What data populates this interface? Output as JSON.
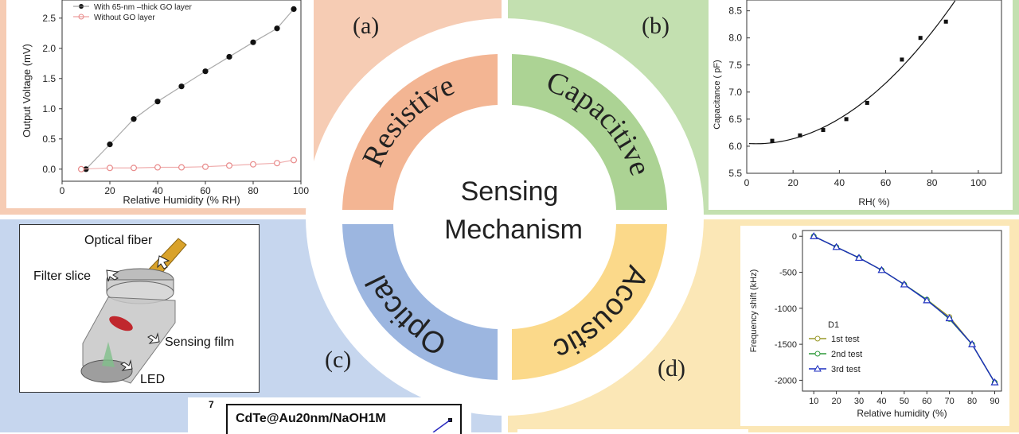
{
  "center": {
    "line1": "Sensing",
    "line2": "Mechanism"
  },
  "ring": {
    "resistive": "Resistive",
    "capacitive": "Capacitive",
    "optical": "Optical",
    "acoustic": "Acoustic"
  },
  "labels": {
    "a": "(a)",
    "b": "(b)",
    "c": "(c)",
    "d": "(d)"
  },
  "colors": {
    "resistive": "#f3b593",
    "capacitive": "#acd394",
    "optical": "#9cb6e0",
    "acoustic": "#fbd98a"
  },
  "optical_device": {
    "optical_fiber": "Optical fiber",
    "filter_slice": "Filter slice",
    "sensing_film": "Sensing film",
    "led": "LED"
  },
  "inset_c": {
    "ytick": "7",
    "title": "CdTe@Au20nm/NaOH1M"
  },
  "chart_data": [
    {
      "type": "scatter",
      "panel": "a",
      "xlabel": "Relative Humidity (% RH)",
      "ylabel": "Output Voltage (mV)",
      "xlim": [
        0,
        100
      ],
      "ylim": [
        -0.2,
        2.8
      ],
      "xticks": [
        "0",
        "20",
        "40",
        "60",
        "80",
        "100"
      ],
      "yticks": [
        "0.0",
        "0.5",
        "1.0",
        "1.5",
        "2.0",
        "2.5"
      ],
      "legend": "top-left",
      "series": [
        {
          "name": "With 65-nm –thick GO layer",
          "color": "#111111",
          "x": [
            10,
            20,
            30,
            40,
            50,
            60,
            70,
            80,
            90,
            97
          ],
          "y": [
            0.0,
            0.41,
            0.83,
            1.12,
            1.37,
            1.62,
            1.86,
            2.1,
            2.33,
            2.65
          ]
        },
        {
          "name": "Without GO layer",
          "color": "#e88a8a",
          "x": [
            8,
            20,
            30,
            40,
            50,
            60,
            70,
            80,
            90,
            97
          ],
          "y": [
            0.0,
            0.02,
            0.02,
            0.03,
            0.03,
            0.04,
            0.06,
            0.08,
            0.1,
            0.15
          ]
        }
      ]
    },
    {
      "type": "scatter",
      "panel": "b",
      "xlabel": "RH(  %)",
      "ylabel": "Capacitance (  pF)",
      "xlim": [
        0,
        110
      ],
      "ylim": [
        5.5,
        8.7
      ],
      "xticks": [
        "0",
        "20",
        "40",
        "60",
        "80",
        "100"
      ],
      "yticks": [
        "5.5",
        "6.0",
        "6.5",
        "7.0",
        "7.5",
        "8.0",
        "8.5"
      ],
      "points": {
        "x": [
          11,
          23,
          33,
          43,
          52,
          67,
          75,
          86
        ],
        "y": [
          6.1,
          6.2,
          6.3,
          6.5,
          6.8,
          7.6,
          8.0,
          8.3
        ]
      },
      "fit": "quadratic"
    },
    {
      "type": "line",
      "panel": "d",
      "xlabel": "Relative humidity (%)",
      "ylabel": "Frequency shift (kHz)",
      "xlim": [
        5,
        93
      ],
      "ylim": [
        -2150,
        80
      ],
      "xticks": [
        "10",
        "20",
        "30",
        "40",
        "50",
        "60",
        "70",
        "80",
        "90"
      ],
      "yticks": [
        "0",
        "-500",
        "-1000",
        "-1500",
        "-2000"
      ],
      "legend_title": "D1",
      "legend": "bottom-left",
      "x": [
        10,
        20,
        30,
        40,
        50,
        60,
        70,
        80,
        90
      ],
      "series": [
        {
          "name": "1st test",
          "color": "#9a9a2a",
          "marker": "circle",
          "values": [
            0,
            -150,
            -300,
            -470,
            -670,
            -880,
            -1120,
            -1500,
            -2030
          ]
        },
        {
          "name": "2nd test",
          "color": "#2e9a3a",
          "marker": "circle",
          "values": [
            0,
            -150,
            -300,
            -470,
            -670,
            -880,
            -1150,
            -1500,
            -2030
          ]
        },
        {
          "name": "3rd test",
          "color": "#1c2ec0",
          "marker": "triangle",
          "values": [
            0,
            -150,
            -300,
            -470,
            -670,
            -890,
            -1140,
            -1500,
            -2030
          ]
        }
      ]
    }
  ]
}
